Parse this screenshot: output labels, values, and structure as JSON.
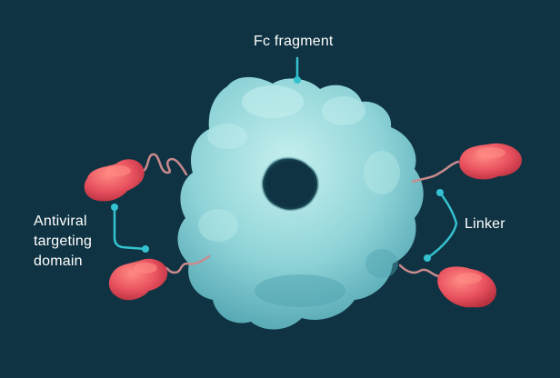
{
  "labels": {
    "fc_fragment": "Fc fragment",
    "linker": "Linker",
    "antiviral_line1": "Antiviral",
    "antiviral_line2": "targeting",
    "antiviral_line3": "domain"
  },
  "colors": {
    "background": "#0f3342",
    "protein_body": "#8fd4d8",
    "protein_highlight": "#c7f0ef",
    "protein_shadow": "#4fa3b0",
    "targeting_domain": "#e8505e",
    "targeting_highlight": "#ff8c84",
    "linker": "#c98a8e",
    "callout_line": "#34c2d0"
  }
}
